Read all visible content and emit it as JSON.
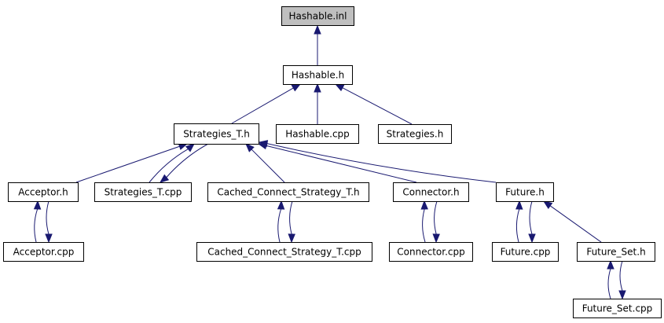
{
  "diagram": {
    "root_color": "#bfbfbf",
    "edge_color": "#191970",
    "nodes": [
      {
        "id": "hashable_inl",
        "label": "Hashable.inl",
        "root": true
      },
      {
        "id": "hashable_h",
        "label": "Hashable.h"
      },
      {
        "id": "strategies_t_h",
        "label": "Strategies_T.h"
      },
      {
        "id": "hashable_cpp",
        "label": "Hashable.cpp"
      },
      {
        "id": "strategies_h",
        "label": "Strategies.h"
      },
      {
        "id": "acceptor_h",
        "label": "Acceptor.h"
      },
      {
        "id": "strategies_t_cpp",
        "label": "Strategies_T.cpp"
      },
      {
        "id": "cached_h",
        "label": "Cached_Connect_Strategy_T.h"
      },
      {
        "id": "connector_h",
        "label": "Connector.h"
      },
      {
        "id": "future_h",
        "label": "Future.h"
      },
      {
        "id": "acceptor_cpp",
        "label": "Acceptor.cpp"
      },
      {
        "id": "cached_cpp",
        "label": "Cached_Connect_Strategy_T.cpp"
      },
      {
        "id": "connector_cpp",
        "label": "Connector.cpp"
      },
      {
        "id": "future_cpp",
        "label": "Future.cpp"
      },
      {
        "id": "future_set_h",
        "label": "Future_Set.h"
      },
      {
        "id": "future_set_cpp",
        "label": "Future_Set.cpp"
      }
    ],
    "edges": [
      {
        "from": "hashable_h",
        "to": "hashable_inl"
      },
      {
        "from": "strategies_t_h",
        "to": "hashable_h"
      },
      {
        "from": "hashable_cpp",
        "to": "hashable_h"
      },
      {
        "from": "strategies_h",
        "to": "hashable_h"
      },
      {
        "from": "acceptor_h",
        "to": "strategies_t_h"
      },
      {
        "from": "strategies_t_cpp",
        "to": "strategies_t_h"
      },
      {
        "from": "strategies_t_h",
        "to": "strategies_t_cpp"
      },
      {
        "from": "cached_h",
        "to": "strategies_t_h"
      },
      {
        "from": "connector_h",
        "to": "strategies_t_h"
      },
      {
        "from": "future_h",
        "to": "strategies_t_h"
      },
      {
        "from": "acceptor_cpp",
        "to": "acceptor_h"
      },
      {
        "from": "acceptor_h",
        "to": "acceptor_cpp"
      },
      {
        "from": "cached_cpp",
        "to": "cached_h"
      },
      {
        "from": "cached_h",
        "to": "cached_cpp"
      },
      {
        "from": "connector_cpp",
        "to": "connector_h"
      },
      {
        "from": "connector_h",
        "to": "connector_cpp"
      },
      {
        "from": "future_cpp",
        "to": "future_h"
      },
      {
        "from": "future_h",
        "to": "future_cpp"
      },
      {
        "from": "future_set_h",
        "to": "future_h"
      },
      {
        "from": "future_set_cpp",
        "to": "future_set_h"
      },
      {
        "from": "future_set_h",
        "to": "future_set_cpp"
      }
    ]
  }
}
